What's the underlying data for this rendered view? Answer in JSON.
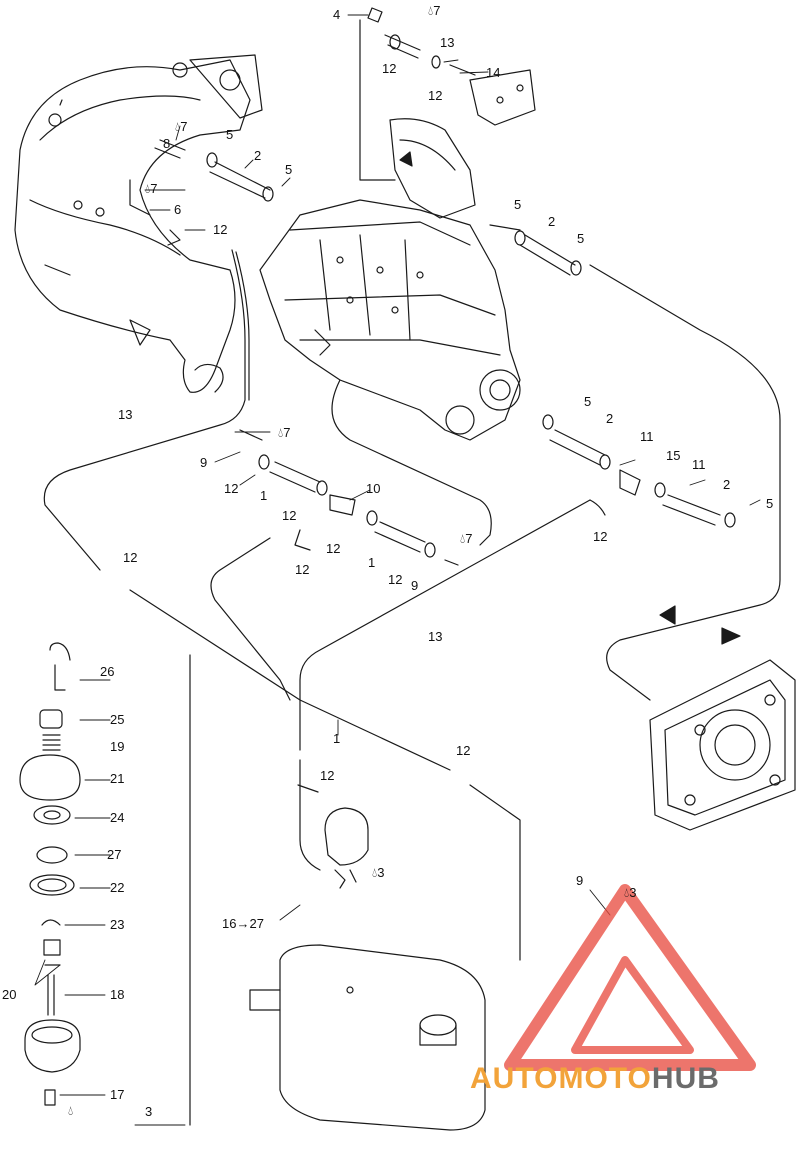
{
  "labels": {
    "l4": "4",
    "drop7_top": "7",
    "l13_top": "13",
    "l12_a": "12",
    "l14": "14",
    "l12_b": "12",
    "drop7_b": "7",
    "l8": "8",
    "l5_a": "5",
    "l2_a": "2",
    "l5_b": "5",
    "drop7_c": "7",
    "l6": "6",
    "l12_c": "12",
    "l5_c": "5",
    "l2_b": "2",
    "l5_d": "5",
    "l5_e": "5",
    "l2_c": "2",
    "l11_a": "11",
    "l15": "15",
    "l11_b": "11",
    "l2_d": "2",
    "l5_f": "5",
    "l12_d": "12",
    "l13_left": "13",
    "l9_a": "9",
    "drop7_d": "7",
    "l12_e": "12",
    "l1_a": "1",
    "l10": "10",
    "l12_f": "12",
    "l12_g": "12",
    "l12_h": "12",
    "l1_b": "1",
    "drop7_e": "7",
    "l12_i": "12",
    "l9_b": "9",
    "l12_left": "12",
    "l13_mid": "13",
    "l1_c": "1",
    "l12_mid": "12",
    "l12_low": "12",
    "drop3_a": "3",
    "l16_27": "16→27",
    "l9_c": "9",
    "drop3_b": "3",
    "l26": "26",
    "l25": "25",
    "l19": "19",
    "l21": "21",
    "l24": "24",
    "l27": "27",
    "l22": "22",
    "l23": "23",
    "l20": "20",
    "l18": "18",
    "l17": "17",
    "l3_bottom": "3"
  },
  "watermark": {
    "part1": "AUTO",
    "part2": "MOTO",
    "part3": "HUB"
  },
  "colors": {
    "line": "#1a1a1a",
    "watermark_red": "#e8483b",
    "watermark_orange": "#f2a33a",
    "watermark_gray": "#6b6b6b"
  },
  "icons": [
    "oil-drop-icon",
    "flow-arrow-icon",
    "watermark-triangle-icon"
  ]
}
